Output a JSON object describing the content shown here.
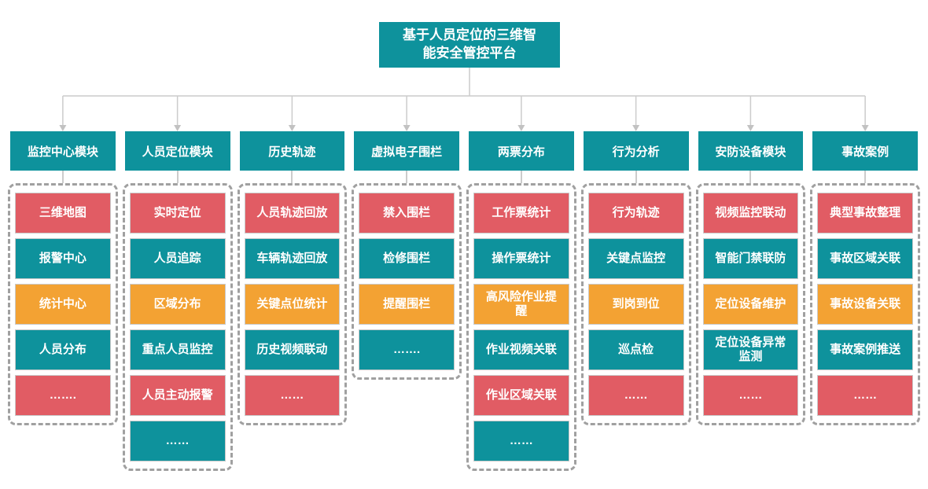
{
  "root": {
    "title": "基于人员定位的三维智能安全管控平台"
  },
  "colors": {
    "teal": "#0E929C",
    "red": "#E15C64",
    "orange": "#F3A233",
    "connector": "#CCCCCC",
    "arrow": "#C2C2C2",
    "dashed_border": "#A0A0A0"
  },
  "modules": [
    {
      "title": "监控中心模块",
      "items": [
        {
          "label": "三维地图",
          "color": "red"
        },
        {
          "label": "报警中心",
          "color": "teal"
        },
        {
          "label": "统计中心",
          "color": "orange"
        },
        {
          "label": "人员分布",
          "color": "teal"
        },
        {
          "label": "…….",
          "color": "red"
        }
      ]
    },
    {
      "title": "人员定位模块",
      "items": [
        {
          "label": "实时定位",
          "color": "red"
        },
        {
          "label": "人员追踪",
          "color": "teal"
        },
        {
          "label": "区域分布",
          "color": "orange"
        },
        {
          "label": "重点人员监控",
          "color": "teal"
        },
        {
          "label": "人员主动报警",
          "color": "red"
        },
        {
          "label": "……",
          "color": "teal"
        }
      ]
    },
    {
      "title": "历史轨迹",
      "items": [
        {
          "label": "人员轨迹回放",
          "color": "red"
        },
        {
          "label": "车辆轨迹回放",
          "color": "teal"
        },
        {
          "label": "关键点位统计",
          "color": "orange"
        },
        {
          "label": "历史视频联动",
          "color": "teal"
        },
        {
          "label": "……",
          "color": "red"
        }
      ]
    },
    {
      "title": "虚拟电子围栏",
      "items": [
        {
          "label": "禁入围栏",
          "color": "red"
        },
        {
          "label": "检修围栏",
          "color": "teal"
        },
        {
          "label": "提醒围栏",
          "color": "orange"
        },
        {
          "label": "…….",
          "color": "teal"
        }
      ]
    },
    {
      "title": "两票分布",
      "items": [
        {
          "label": "工作票统计",
          "color": "red"
        },
        {
          "label": "操作票统计",
          "color": "teal"
        },
        {
          "label": "高风险作业提醒",
          "color": "orange"
        },
        {
          "label": "作业视频关联",
          "color": "teal"
        },
        {
          "label": "作业区域关联",
          "color": "red"
        },
        {
          "label": "……",
          "color": "teal"
        }
      ]
    },
    {
      "title": "行为分析",
      "items": [
        {
          "label": "行为轨迹",
          "color": "red"
        },
        {
          "label": "关键点监控",
          "color": "teal"
        },
        {
          "label": "到岗到位",
          "color": "orange"
        },
        {
          "label": "巡点检",
          "color": "teal"
        },
        {
          "label": "……",
          "color": "red"
        }
      ]
    },
    {
      "title": "安防设备模块",
      "items": [
        {
          "label": "视频监控联动",
          "color": "red"
        },
        {
          "label": "智能门禁联防",
          "color": "teal"
        },
        {
          "label": "定位设备维护",
          "color": "orange"
        },
        {
          "label": "定位设备异常监测",
          "color": "teal"
        },
        {
          "label": "……",
          "color": "red"
        }
      ]
    },
    {
      "title": "事故案例",
      "items": [
        {
          "label": "典型事故整理",
          "color": "red"
        },
        {
          "label": "事故区域关联",
          "color": "teal"
        },
        {
          "label": "事故设备关联",
          "color": "orange"
        },
        {
          "label": "事故案例推送",
          "color": "teal"
        },
        {
          "label": "……",
          "color": "red"
        }
      ]
    }
  ]
}
